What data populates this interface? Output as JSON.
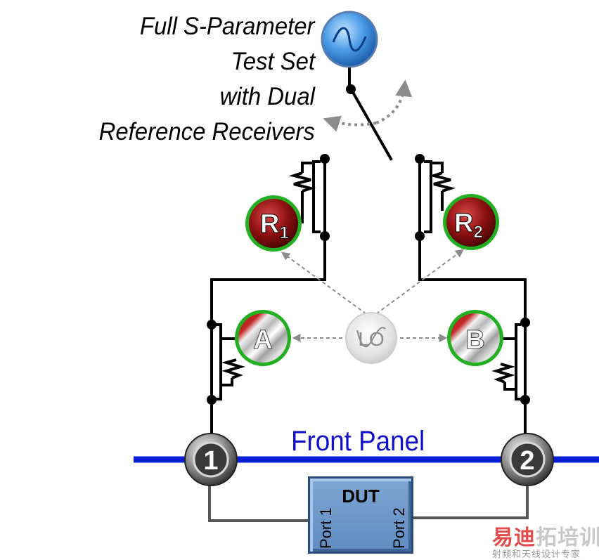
{
  "title_lines": [
    "Full S-Parameter",
    "Test Set",
    "with Dual",
    "Reference Receivers"
  ],
  "receivers": {
    "r1": {
      "label": "R",
      "sub": "1"
    },
    "r2": {
      "label": "R",
      "sub": "2"
    },
    "a": {
      "label": "A"
    },
    "b": {
      "label": "B"
    },
    "lo": {
      "label": "LO"
    }
  },
  "front_panel_label": "Front Panel",
  "ports": {
    "p1": "1",
    "p2": "2"
  },
  "dut": {
    "title": "DUT",
    "port1": "Port 1",
    "port2": "Port 2"
  },
  "watermark": {
    "main_a": "易迪",
    "main_b": "拓培训",
    "sub": "射频和天线设计专家"
  },
  "colors": {
    "front_panel": "#0a1ed8",
    "receiver_red": "#8c0f0f",
    "receiver_ring": "#22b022",
    "source_blue": "#3d8ee0",
    "wire": "#000000",
    "dut_wire": "#555555",
    "dashed_arrow": "#8c8c8c"
  }
}
